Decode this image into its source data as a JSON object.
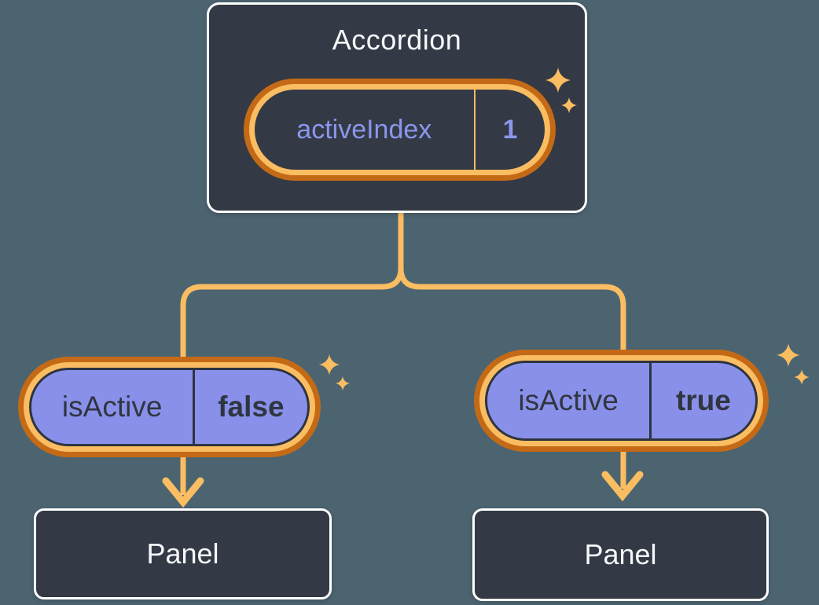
{
  "diagram": {
    "description": "Component tree diagram: Accordion holds activeIndex state, passes isActive prop to two Panels",
    "root": {
      "title": "Accordion",
      "state_pill": {
        "name": "activeIndex",
        "value": "1"
      }
    },
    "children": [
      {
        "prop_pill": {
          "name": "isActive",
          "value": "false"
        },
        "panel": {
          "label": "Panel"
        }
      },
      {
        "prop_pill": {
          "name": "isActive",
          "value": "true"
        },
        "panel": {
          "label": "Panel"
        }
      }
    ]
  },
  "icons": {
    "sparkle": "sparkle-icon"
  },
  "colors": {
    "background": "#4C6470",
    "card_fill": "#333A45",
    "card_border": "#FFFFFF",
    "text_light": "#F6F7F9",
    "text_dark": "#30363F",
    "pill_edge": "#2E3440",
    "purple_fill": "#8990EA",
    "purple_text": "#8B96EC",
    "ring_light": "#FABD62",
    "ring_dark": "#C46A16",
    "connector": "#FABD62"
  }
}
